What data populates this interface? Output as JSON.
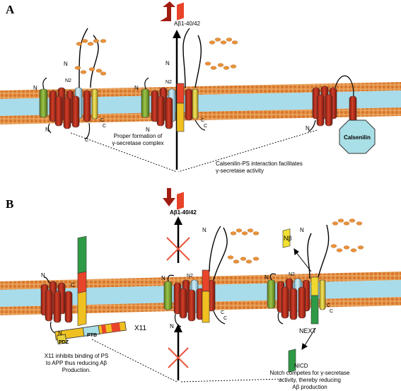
{
  "panel_a": {
    "letter": "A",
    "abeta_label": "Aβ1-40/42",
    "n_labels": [
      "N",
      "N",
      "N",
      "N",
      "N2",
      "N",
      "N2",
      "N",
      "N"
    ],
    "c_labels": [
      "C",
      "C",
      "C",
      "C",
      "C"
    ],
    "complex_note_line1": "Proper formation of",
    "complex_note_line2": "γ-secretase complex",
    "calsenilin_label": "Calsenilin",
    "calsenilin_note_line1": "Calsenilin-PS interaction facilitates",
    "calsenilin_note_line2": "γ-secretase activity"
  },
  "panel_b": {
    "letter": "B",
    "abeta_label": "Aβ1-40/42",
    "n_beta_label": "Nβ",
    "n_labels": [
      "N",
      "N",
      "N",
      "N",
      "N",
      "N2",
      "N",
      "N2",
      "N"
    ],
    "c_labels": [
      "C",
      "C",
      "C",
      "C",
      "C"
    ],
    "pdz_label": "PDZ",
    "ptb_label": "PTB",
    "x11_label": "X11",
    "next_label": "NEXT",
    "nicd_label": "NICD",
    "x11_note": [
      "X11 inhibits binding of PS",
      "to APP thus reducing Aβ",
      "Production."
    ],
    "notch_note": [
      "Notch competes for γ-secretase",
      "activity, thereby reducing",
      "Aβ production"
    ]
  },
  "colors": {
    "membrane_head": "#e88b3c",
    "membrane_core": "#a8dcea",
    "helix_red": "#c0321a",
    "helix_green": "#8cb33a",
    "helix_lightblue": "#b9dcea",
    "helix_yellow": "#e8d23a",
    "app_yellow": "#f0c020",
    "notch_green": "#2f9a45",
    "block_red": "#e8543a",
    "calsenilin_fill": "#a9dfe6",
    "sugar": "#e8923a"
  }
}
